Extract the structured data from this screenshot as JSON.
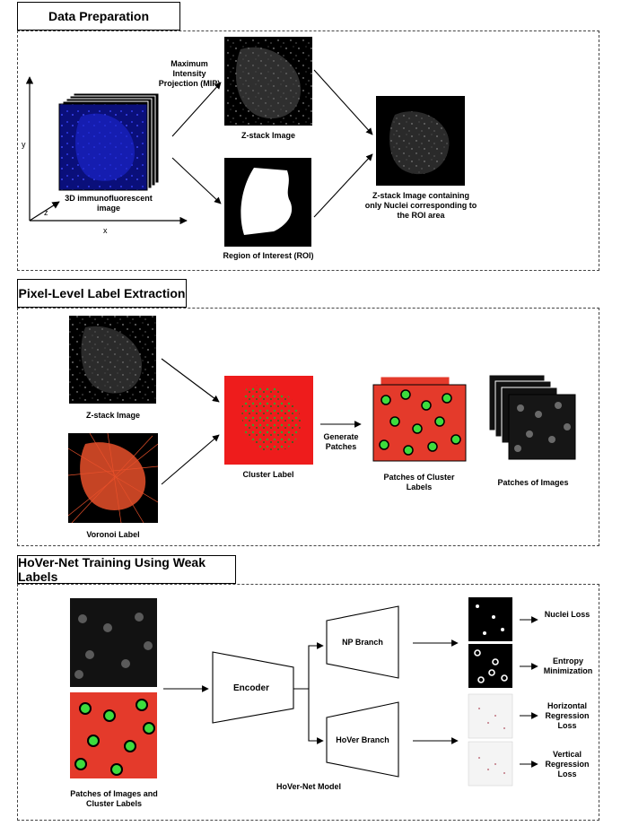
{
  "sections": {
    "data_prep": {
      "title": "Data Preparation"
    },
    "pixel_label": {
      "title": "Pixel-Level Label Extraction"
    },
    "hovernet": {
      "title": "HoVer-Net Training Using Weak Labels"
    }
  },
  "data_prep": {
    "stack_label": "3D immunofluorescent image",
    "axis_y": "y",
    "axis_z": "z",
    "axis_x": "x",
    "mip_label": "Maximum Intensity Projection (MIP)",
    "zstack_label": "Z-stack Image",
    "roi_label": "Region of Interest (ROI)",
    "result_label": "Z-stack Image containing only Nuclei corresponding to the ROI area"
  },
  "pixel_label": {
    "zstack_label": "Z-stack Image",
    "voronoi_label": "Voronoi Label",
    "cluster_label": "Cluster Label",
    "generate_label": "Generate Patches",
    "patches_cluster_label": "Patches of Cluster Labels",
    "patches_images_label": "Patches of Images"
  },
  "hovernet": {
    "patches_label": "Patches of Images and Cluster Labels",
    "encoder_label": "Encoder",
    "np_branch_label": "NP Branch",
    "hover_branch_label": "HoVer Branch",
    "model_label": "HoVer-Net Model",
    "losses": [
      "Nuclei Loss",
      "Entropy Minimization",
      "Horizontal Regression Loss",
      "Vertical Regression Loss"
    ]
  },
  "colors": {
    "stack_blue": "#1a23c8",
    "cluster_red": "#ee1c1c",
    "nuclei_green": "#3ddc3d",
    "voronoi_orange": "#e8502a",
    "patch_red": "#e43a2b"
  }
}
